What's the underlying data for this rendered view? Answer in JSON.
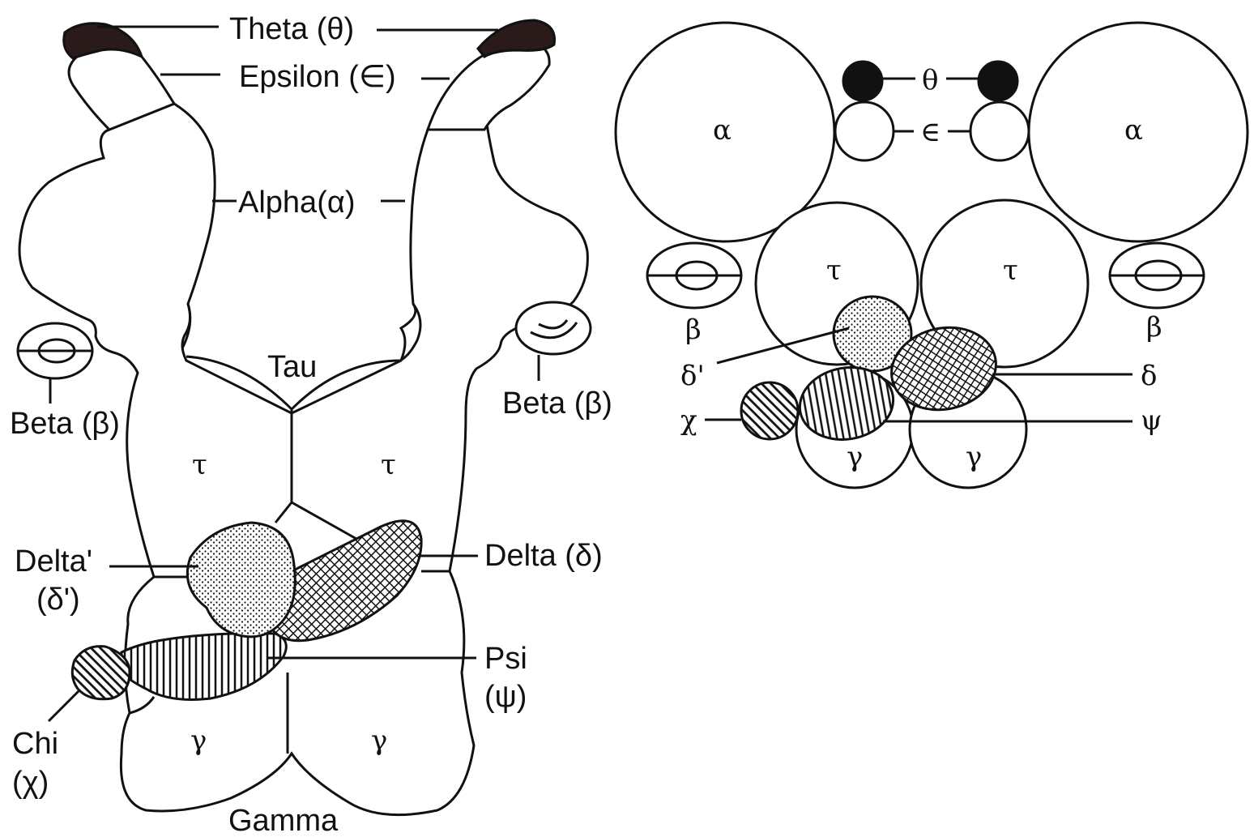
{
  "left_diagram": {
    "labels": {
      "theta": "Theta (θ)",
      "epsilon": "Epsilon (∈)",
      "alpha": "Alpha(α)",
      "tau": "Tau",
      "beta_left": "Beta (β)",
      "beta_right": "Beta (β)",
      "delta_prime_line1": "Delta'",
      "delta_prime_line2": "(δ')",
      "delta": "Delta (δ)",
      "psi_line1": "Psi",
      "psi_line2": "(ψ)",
      "chi_line1": "Chi",
      "chi_line2": "(χ)",
      "gamma": "Gamma"
    },
    "subunit_symbols": {
      "tau": "τ",
      "gamma": "γ"
    }
  },
  "right_diagram": {
    "symbols": {
      "alpha": "α",
      "theta": "θ",
      "epsilon": "∈",
      "tau": "τ",
      "beta": "β",
      "delta_prime": "δ'",
      "delta": "δ",
      "chi": "χ",
      "psi": "ψ",
      "gamma": "γ"
    }
  }
}
